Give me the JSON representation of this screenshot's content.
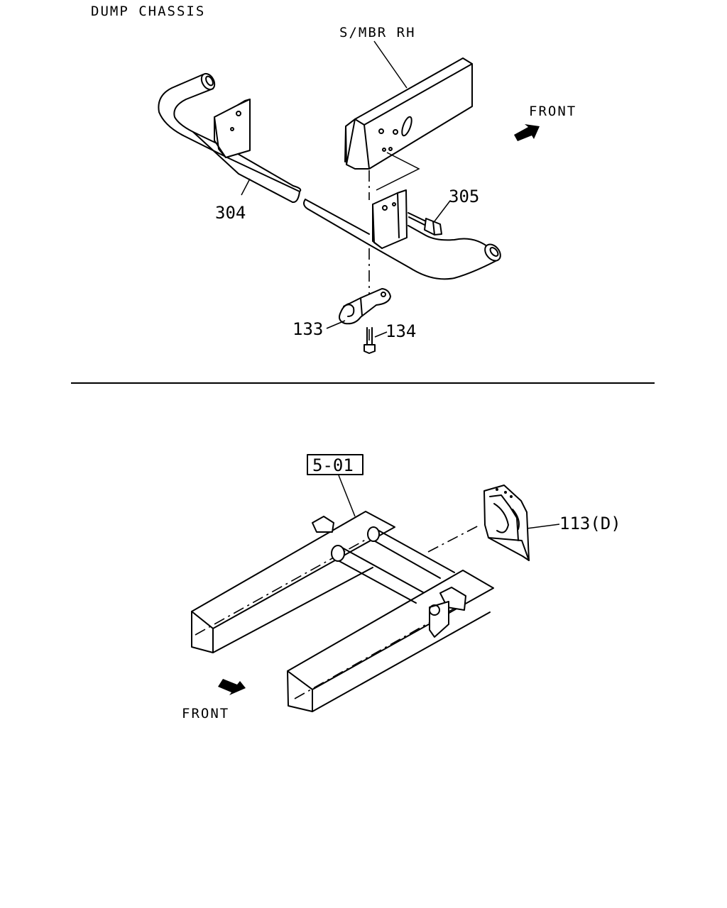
{
  "title": "DUMP CHASSIS",
  "top_view": {
    "member_label": "S/MBR RH",
    "front_label": "FRONT",
    "callouts": {
      "bar": "304",
      "bolt_upper": "305",
      "clamp": "133",
      "bolt_lower": "134"
    }
  },
  "bottom_view": {
    "ref_box": "5-01",
    "bracket_callout": "113(D)",
    "front_label": "FRONT"
  }
}
